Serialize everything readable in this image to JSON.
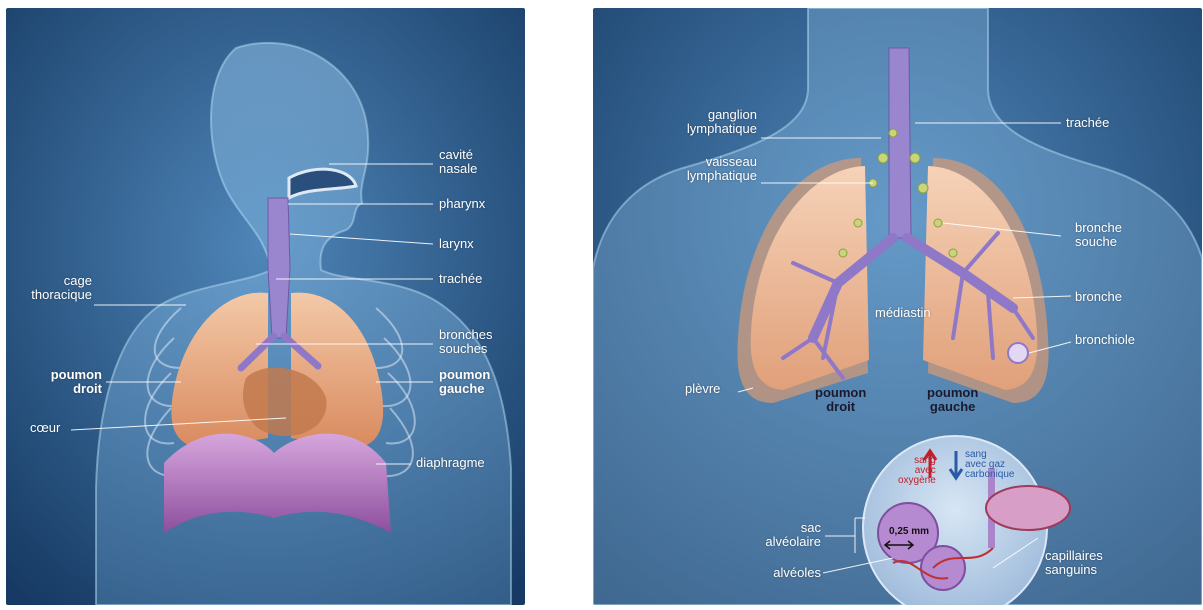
{
  "left_panel": {
    "labels": {
      "cavite_nasale": "cavité\nnasale",
      "pharynx": "pharynx",
      "larynx": "larynx",
      "trachee": "trachée",
      "cage_thoracique": "cage\nthoracique",
      "bronches_souches": "bronches\nsouches",
      "poumon_droit": "poumon\ndroit",
      "poumon_gauche": "poumon\ngauche",
      "coeur": "cœur",
      "diaphragme": "diaphragme"
    }
  },
  "right_panel": {
    "labels": {
      "ganglion_lymphatique": "ganglion\nlymphatique",
      "vaisseau_lymphatique": "vaisseau\nlymphatique",
      "trachee": "trachée",
      "bronche_souche": "bronche\nsouche",
      "bronche": "bronche",
      "mediastin": "médiastin",
      "bronchiole": "bronchiole",
      "plevre": "plèvre",
      "poumon_droit": "poumon\ndroit",
      "poumon_gauche": "poumon\ngauche",
      "sang_avec_oxygene": "sang\navec\noxygène",
      "sang_avec_gaz_carbonique": "sang\navec gaz\ncarbonique",
      "scale": "0,25 mm",
      "sac_alveolaire": "sac\nalvéolaire",
      "alveoles": "alvéoles",
      "capillaires_sanguins": "capillaires\nsanguins"
    }
  },
  "colors": {
    "background_dark": "#163a63",
    "background_light": "#4f86b9",
    "body_glow": "#8fc0e6",
    "lung": "#eab391",
    "lung_edge": "#d98a5e",
    "airway": "#8f78c8",
    "diaphragm": "#b785c9",
    "lymph": "#c8d67a",
    "inset": "#b6cde6"
  }
}
